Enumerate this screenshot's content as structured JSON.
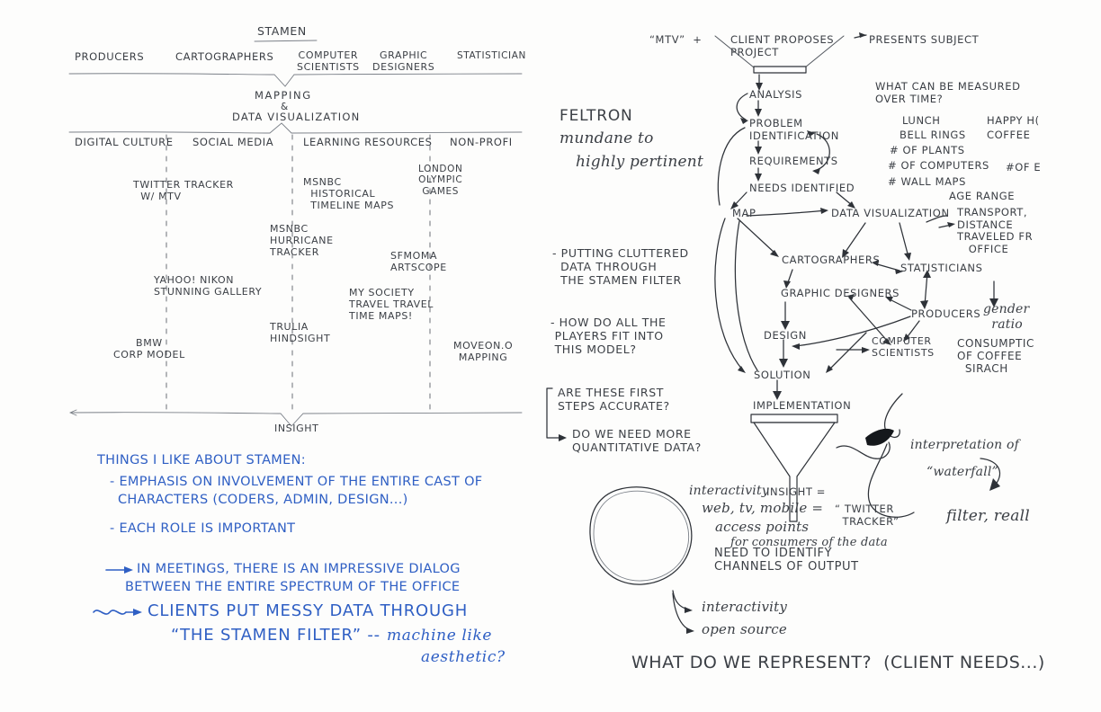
{
  "page": {
    "title": "Stamen meeting notes — hand-drawn sketch",
    "ink_color": "#3b3f45",
    "blue_ink_color": "#2f5fc4",
    "paper_color": "#fdfdfc"
  },
  "left_diagram": {
    "title": "STAMEN",
    "roles": [
      {
        "label": "PRODUCERS"
      },
      {
        "label": "CARTOGRAPHERS"
      },
      {
        "label": "COMPUTER\nSCIENTISTS"
      },
      {
        "label": "GRAPHIC\nDESIGNERS"
      },
      {
        "label": "STATISTICIAN"
      }
    ],
    "middle_band": {
      "line1": "MAPPING",
      "line2": "&",
      "line3": "DATA VISUALIZATION"
    },
    "categories": [
      {
        "label": "DIGITAL CULTURE"
      },
      {
        "label": "SOCIAL MEDIA"
      },
      {
        "label": "LEARNING RESOURCES"
      },
      {
        "label": "NON-PROFI"
      }
    ],
    "projects": [
      {
        "label": "TWITTER TRACKER\n  w/ MTV"
      },
      {
        "label": "MSNBC\n  HISTORICAL\n  TIMELINE MAPS"
      },
      {
        "label": "LONDON\nOLYMPIC\nGAMES"
      },
      {
        "label": "MSNBC\nHURRICANE\nTRACKER"
      },
      {
        "label": "SFMOMA\nARTSCOPE"
      },
      {
        "label": "YAHOO! NIKON\nSTUNNING GALLERY"
      },
      {
        "label": "MY SOCIETY\nTRAVEL TRAVEL\nTIME MAPS!"
      },
      {
        "label": "TRULIA\nHINDSIGHT"
      },
      {
        "label": "BMW\nCORP MODEL"
      },
      {
        "label": "MOVEON.O\nMAPPING"
      }
    ],
    "outcome": "INSIGHT"
  },
  "left_notes": {
    "heading": "THINGS I LIKE ABOUT STAMEN:",
    "bullets": [
      "- EMPHASIS ON INVOLVEMENT OF THE ENTIRE CAST OF",
      "CHARACTERS (CODERS, ADMIN, DESIGN...)",
      "- EACH ROLE IS IMPORTANT",
      "IN MEETINGS, THERE IS AN IMPRESSIVE DIALOG",
      "BETWEEN THE ENTIRE SPECTRUM OF THE OFFICE",
      "CLIENTS PUT MESSY DATA THROUGH",
      "“THE STAMEN FILTER” --",
      "machine like",
      "aesthetic?"
    ]
  },
  "right_diagram": {
    "top": {
      "mtv": "“MTV”  +",
      "client": "CLIENT PROPOSES\nPROJECT",
      "presents": "PRESENTS SUBJECT"
    },
    "flow_steps": [
      {
        "label": "ANALYSIS"
      },
      {
        "label": "PROBLEM\nIDENTIFICATION"
      },
      {
        "label": "REQUIREMENTS"
      },
      {
        "label": "NEEDS IDENTIFIED"
      }
    ],
    "nodes": [
      {
        "label": "MAP"
      },
      {
        "label": "DATA VISUALIZATION"
      },
      {
        "label": "CARTOGRAPHERS"
      },
      {
        "label": "STATISTICIANS"
      },
      {
        "label": "GRAPHIC DESIGNERS"
      },
      {
        "label": "PRODUCERS"
      },
      {
        "label": "DESIGN"
      },
      {
        "label": "COMPUTER\nSCIENTISTS"
      },
      {
        "label": "SOLUTION"
      },
      {
        "label": "IMPLEMENTATION"
      }
    ],
    "feltron": {
      "name": "FELTRON",
      "line1": "mundane to",
      "line2": "highly pertinent"
    },
    "side_notes": [
      "- PUTTING CLUTTERED\n  DATA THROUGH\n  THE STAMEN FILTER",
      "- HOW DO ALL THE\n PLAYERS FIT INTO\n THIS MODEL?",
      "ARE THESE FIRST\nSTEPS ACCURATE?",
      "DO WE NEED MORE\nQUANTITATIVE DATA?"
    ],
    "measure_block": {
      "heading": "WHAT CAN BE MEASURED\nOVER TIME?",
      "items": [
        "LUNCH",
        "BELL RINGS",
        "# of PLANTS",
        "# of COMPUTERS",
        "# WALL MAPS"
      ],
      "right_items": [
        "HAPPY H(",
        "COFFEE",
        "#of E"
      ]
    },
    "age_range": {
      "label": "AGE RANGE",
      "detail": "TRANSPORT,\nDISTANCE\nTRAVELED FR\n   OFFICE",
      "gender": "gender\n  ratio",
      "consumption": "CONSUMPTIC\nOF COFFEE\n  SIRACH"
    },
    "bottom": {
      "interactivity": "interactivity",
      "insight": "INSIGHT =",
      "web": "web, tv, mobile =",
      "access": "access points",
      "consumers": "for consumers of the data",
      "twitter": "“ TWITTER\n  TRACKER”",
      "need": "NEED TO IDENTIFY\nCHANNELS OF OUTPUT",
      "arrow_items": [
        "interactivity",
        "open source"
      ],
      "question": "WHAT DO WE REPRESENT?  (client needs...)"
    },
    "waterfall": {
      "line1": "interpretation of",
      "line2": "“waterfall”",
      "line3": "filter, reall"
    }
  }
}
